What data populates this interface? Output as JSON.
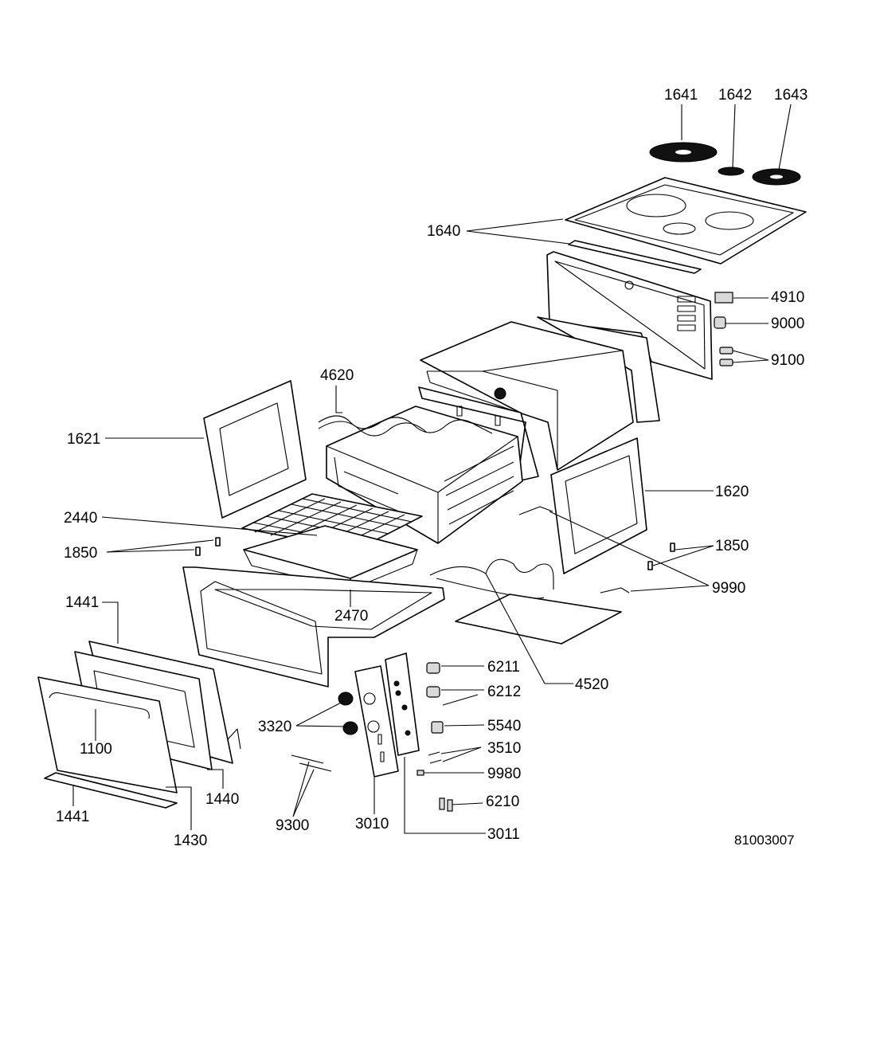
{
  "diagram": {
    "document_number": "81003007",
    "colors": {
      "line": "#000000",
      "background": "#ffffff"
    },
    "parts": [
      {
        "id": "p1641",
        "label": "1641"
      },
      {
        "id": "p1642",
        "label": "1642"
      },
      {
        "id": "p1643",
        "label": "1643"
      },
      {
        "id": "p1640",
        "label": "1640"
      },
      {
        "id": "p4910",
        "label": "4910"
      },
      {
        "id": "p9000",
        "label": "9000"
      },
      {
        "id": "p9100",
        "label": "9100"
      },
      {
        "id": "p4620",
        "label": "4620"
      },
      {
        "id": "p1621",
        "label": "1621"
      },
      {
        "id": "p1620",
        "label": "1620"
      },
      {
        "id": "p2440",
        "label": "2440"
      },
      {
        "id": "p1850a",
        "label": "1850"
      },
      {
        "id": "p1850b",
        "label": "1850"
      },
      {
        "id": "p9990",
        "label": "9990"
      },
      {
        "id": "p2470",
        "label": "2470"
      },
      {
        "id": "p1441a",
        "label": "1441"
      },
      {
        "id": "p4520",
        "label": "4520"
      },
      {
        "id": "p6211",
        "label": "6211"
      },
      {
        "id": "p6212",
        "label": "6212"
      },
      {
        "id": "p3320",
        "label": "3320"
      },
      {
        "id": "p5540",
        "label": "5540"
      },
      {
        "id": "p3510",
        "label": "3510"
      },
      {
        "id": "p1100",
        "label": "1100"
      },
      {
        "id": "p9980",
        "label": "9980"
      },
      {
        "id": "p1440",
        "label": "1440"
      },
      {
        "id": "p6210",
        "label": "6210"
      },
      {
        "id": "p1441b",
        "label": "1441"
      },
      {
        "id": "p9300",
        "label": "9300"
      },
      {
        "id": "p3010",
        "label": "3010"
      },
      {
        "id": "p3011",
        "label": "3011"
      },
      {
        "id": "p1430",
        "label": "1430"
      }
    ]
  }
}
